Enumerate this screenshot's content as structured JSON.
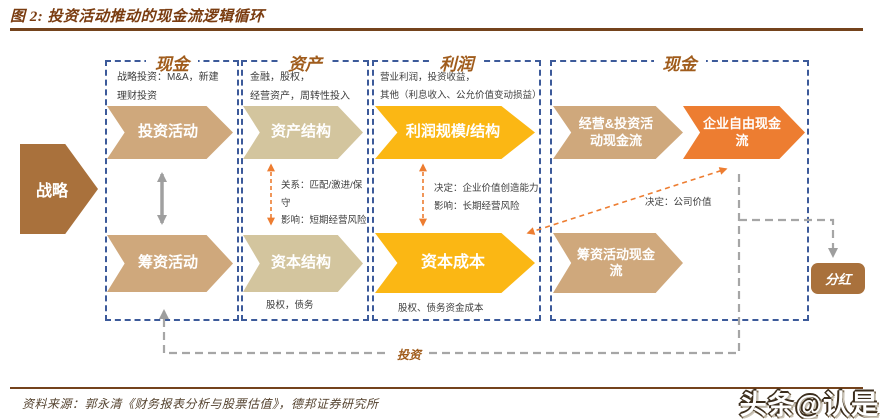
{
  "title": "图 2: 投资活动推动的现金流逻辑循环",
  "strategy_arrow": "战略",
  "columns": [
    {
      "header": "现金",
      "note": "战略投资：M&A，新建\n理财投资",
      "top_arrow": "投资活动",
      "bottom_arrow": "筹资活动"
    },
    {
      "header": "资产",
      "note": "金融，股权，\n经营资产，周转性投入",
      "top_arrow": "资产结构",
      "middle_note": "关系：匹配/激进/保守\n影响：短期经营风险",
      "bottom_arrow": "资本结构",
      "bottom_note": "股权，债务"
    },
    {
      "header": "利润",
      "note": "营业利润，投资收益，\n其他（利息收入、公允价值变动损益）",
      "top_arrow": "利润规模/结构",
      "middle_note": "决定：企业价值创造能力\n影响：长期经营风险",
      "bottom_arrow": "资本成本",
      "bottom_note": "股权、债务资金成本"
    },
    {
      "header": "现金",
      "top_arrow_left": "经营&投资活动现金流",
      "top_arrow_right": "企业自由现金流",
      "middle_note": "决定：公司价值",
      "bottom_arrow": "筹资活动现金流"
    }
  ],
  "dividend_box": "分红",
  "loop_label": "投资",
  "source": "资料来源：郭永清《财务报表分析与股票估值》，德邦证券研究所",
  "watermark": "头条@认是",
  "colors": {
    "tan_arrow": "#cfa87c",
    "khaki_arrow": "#d3c59e",
    "yellow_arrow": "#fbb714",
    "orange_arrow": "#ed7d31",
    "brown_shape": "#a9713c",
    "header_text": "#a05c1c",
    "rule_brown": "#74431c",
    "border_blue": "#3c5a9a",
    "line_gray": "#a6a6a6"
  }
}
